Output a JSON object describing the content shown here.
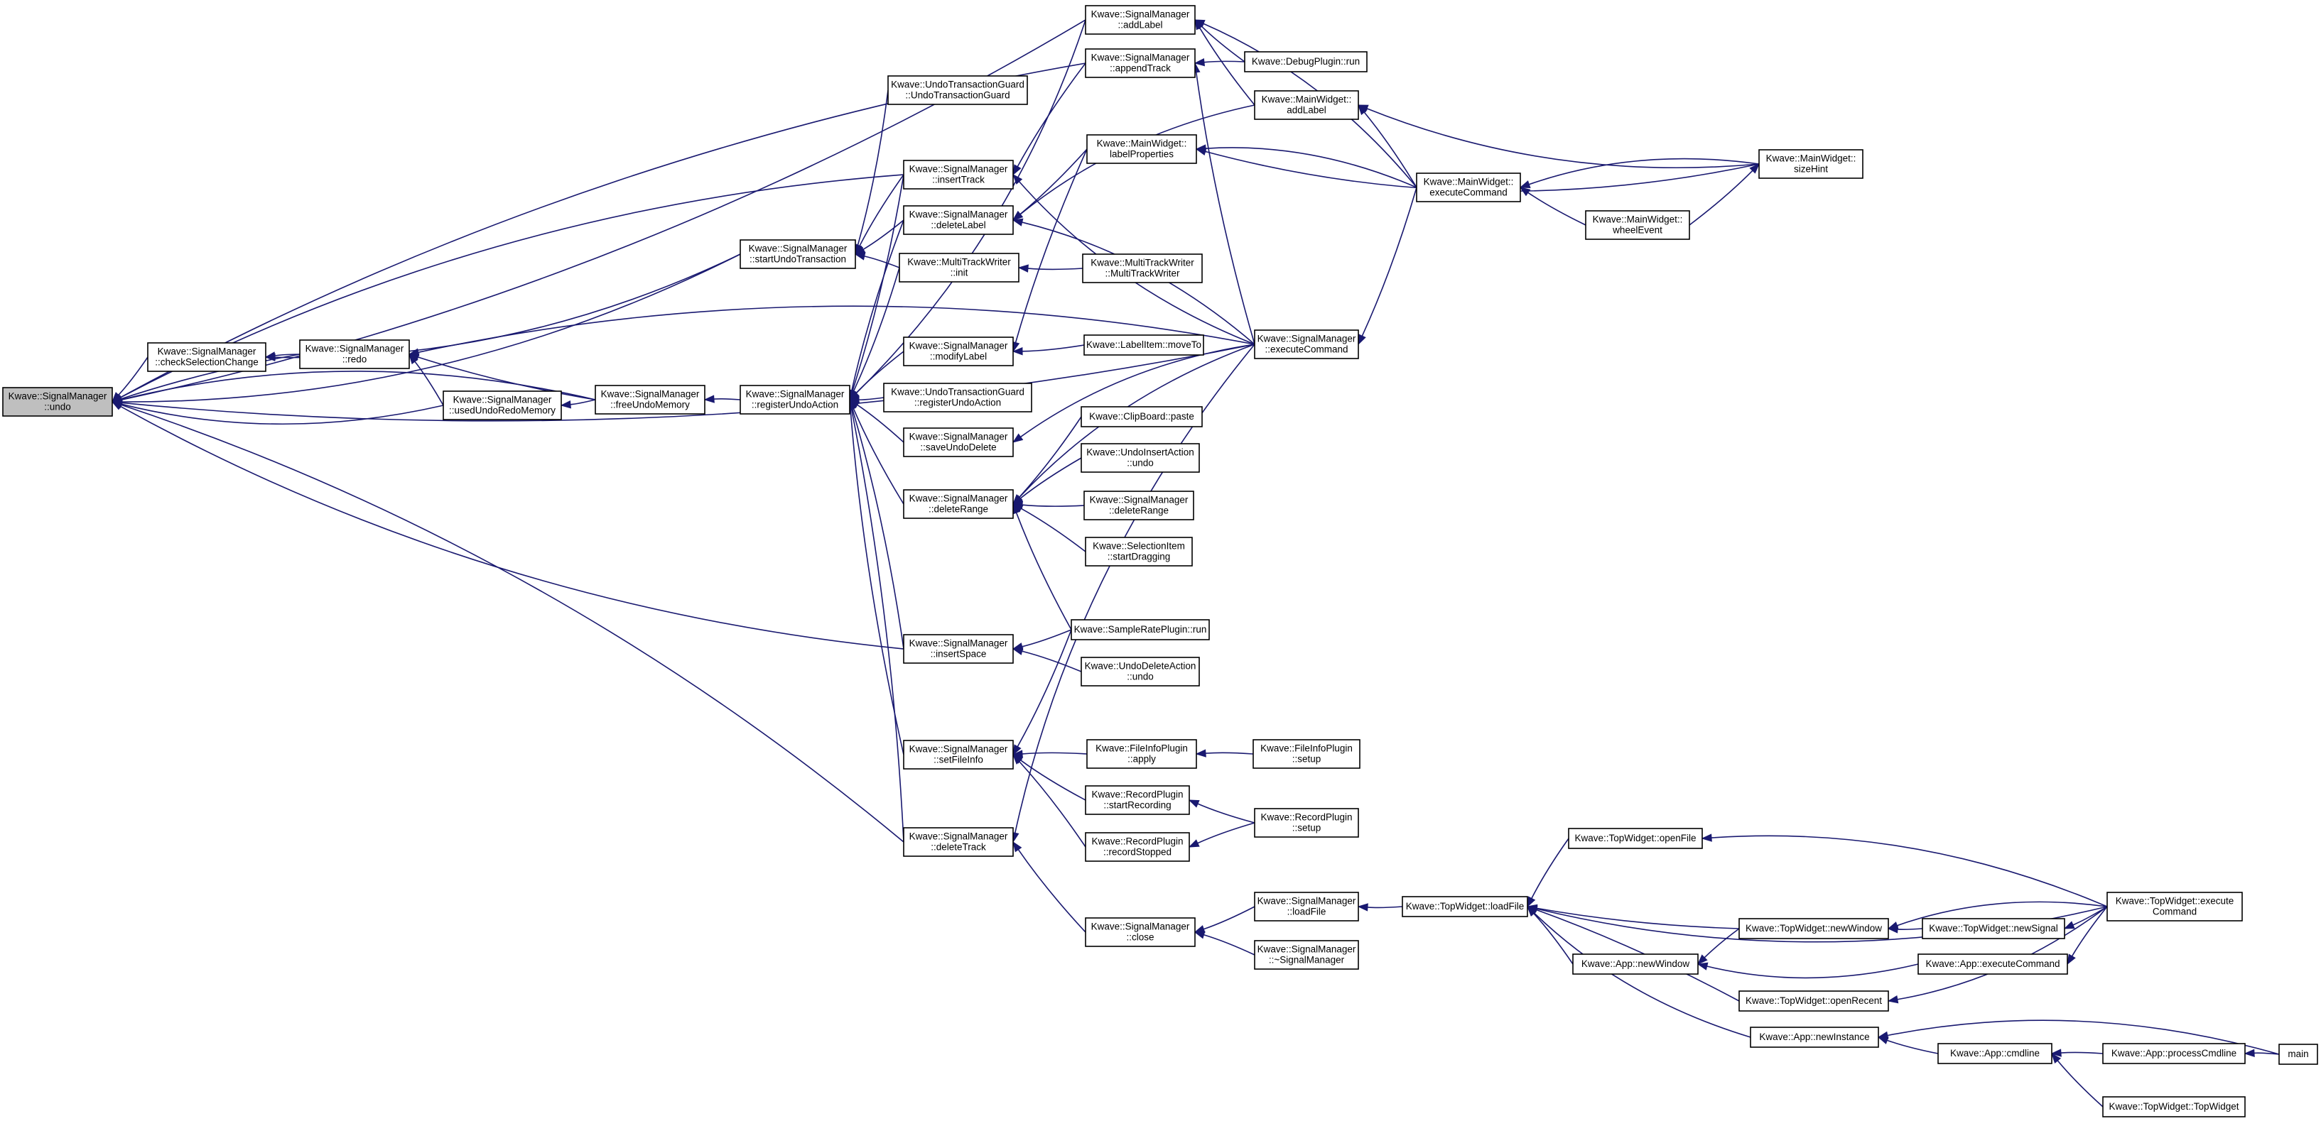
{
  "diagram": {
    "kind": "caller-graph",
    "colors": {
      "edge": "#191970",
      "node_border": "#000000",
      "root_fill": "#bfbfbf",
      "node_fill": "#ffffff"
    },
    "nodes": [
      {
        "id": "undo",
        "lines": [
          "Kwave::SignalManager",
          "::undo"
        ]
      },
      {
        "id": "checkSel",
        "lines": [
          "Kwave::SignalManager",
          "::checkSelectionChange"
        ]
      },
      {
        "id": "redo",
        "lines": [
          "Kwave::SignalManager",
          "::redo"
        ]
      },
      {
        "id": "usedUndoRedo",
        "lines": [
          "Kwave::SignalManager",
          "::usedUndoRedoMemory"
        ]
      },
      {
        "id": "freeUndo",
        "lines": [
          "Kwave::SignalManager",
          "::freeUndoMemory"
        ]
      },
      {
        "id": "registerUndo",
        "lines": [
          "Kwave::SignalManager",
          "::registerUndoAction"
        ]
      },
      {
        "id": "startUndo",
        "lines": [
          "Kwave::SignalManager",
          "::startUndoTransaction"
        ]
      },
      {
        "id": "utgCtor",
        "lines": [
          "Kwave::UndoTransactionGuard",
          "::UndoTransactionGuard"
        ]
      },
      {
        "id": "insertTrack",
        "lines": [
          "Kwave::SignalManager",
          "::insertTrack"
        ]
      },
      {
        "id": "deleteLabel",
        "lines": [
          "Kwave::SignalManager",
          "::deleteLabel"
        ]
      },
      {
        "id": "mtwInit",
        "lines": [
          "Kwave::MultiTrackWriter",
          "::init"
        ]
      },
      {
        "id": "modifyLabel",
        "lines": [
          "Kwave::SignalManager",
          "::modifyLabel"
        ]
      },
      {
        "id": "utgRegister",
        "lines": [
          "Kwave::UndoTransactionGuard",
          "::registerUndoAction"
        ]
      },
      {
        "id": "saveUndoDelete",
        "lines": [
          "Kwave::SignalManager",
          "::saveUndoDelete"
        ]
      },
      {
        "id": "deleteRange",
        "lines": [
          "Kwave::SignalManager",
          "::deleteRange"
        ]
      },
      {
        "id": "insertSpace",
        "lines": [
          "Kwave::SignalManager",
          "::insertSpace"
        ]
      },
      {
        "id": "setFileInfo",
        "lines": [
          "Kwave::SignalManager",
          "::setFileInfo"
        ]
      },
      {
        "id": "deleteTrack",
        "lines": [
          "Kwave::SignalManager",
          "::deleteTrack"
        ]
      },
      {
        "id": "addLabelSM",
        "lines": [
          "Kwave::SignalManager",
          "::addLabel"
        ]
      },
      {
        "id": "appendTrack",
        "lines": [
          "Kwave::SignalManager",
          "::appendTrack"
        ]
      },
      {
        "id": "debugRun",
        "lines": [
          "Kwave::DebugPlugin::run"
        ]
      },
      {
        "id": "mwAddLabel",
        "lines": [
          "Kwave::MainWidget::",
          "addLabel"
        ]
      },
      {
        "id": "mwLabelProps",
        "lines": [
          "Kwave::MainWidget::",
          "labelProperties"
        ]
      },
      {
        "id": "mwExec",
        "lines": [
          "Kwave::MainWidget::",
          "executeCommand"
        ]
      },
      {
        "id": "mwSizeHint",
        "lines": [
          "Kwave::MainWidget::",
          "sizeHint"
        ]
      },
      {
        "id": "mwWheel",
        "lines": [
          "Kwave::MainWidget::",
          "wheelEvent"
        ]
      },
      {
        "id": "mtwCtor",
        "lines": [
          "Kwave::MultiTrackWriter",
          "::MultiTrackWriter"
        ]
      },
      {
        "id": "labelMoveTo",
        "lines": [
          "Kwave::LabelItem::moveTo"
        ]
      },
      {
        "id": "smExec",
        "lines": [
          "Kwave::SignalManager",
          "::executeCommand"
        ]
      },
      {
        "id": "clipPaste",
        "lines": [
          "Kwave::ClipBoard::paste"
        ]
      },
      {
        "id": "uiaUndo",
        "lines": [
          "Kwave::UndoInsertAction",
          "::undo"
        ]
      },
      {
        "id": "smDeleteRange2",
        "lines": [
          "Kwave::SignalManager",
          "::deleteRange"
        ]
      },
      {
        "id": "selStartDrag",
        "lines": [
          "Kwave::SelectionItem",
          "::startDragging"
        ]
      },
      {
        "id": "srRun",
        "lines": [
          "Kwave::SampleRatePlugin::run"
        ]
      },
      {
        "id": "udaUndo",
        "lines": [
          "Kwave::UndoDeleteAction",
          "::undo"
        ]
      },
      {
        "id": "fiApply",
        "lines": [
          "Kwave::FileInfoPlugin",
          "::apply"
        ]
      },
      {
        "id": "fiSetup",
        "lines": [
          "Kwave::FileInfoPlugin",
          "::setup"
        ]
      },
      {
        "id": "recStart",
        "lines": [
          "Kwave::RecordPlugin",
          "::startRecording"
        ]
      },
      {
        "id": "recStopped",
        "lines": [
          "Kwave::RecordPlugin",
          "::recordStopped"
        ]
      },
      {
        "id": "recSetup",
        "lines": [
          "Kwave::RecordPlugin",
          "::setup"
        ]
      },
      {
        "id": "smClose",
        "lines": [
          "Kwave::SignalManager",
          "::close"
        ]
      },
      {
        "id": "smLoadFile",
        "lines": [
          "Kwave::SignalManager",
          "::loadFile"
        ]
      },
      {
        "id": "smDtor",
        "lines": [
          "Kwave::SignalManager",
          "::~SignalManager"
        ]
      },
      {
        "id": "twLoadFile",
        "lines": [
          "Kwave::TopWidget::loadFile"
        ]
      },
      {
        "id": "twOpenFile",
        "lines": [
          "Kwave::TopWidget::openFile"
        ]
      },
      {
        "id": "twNewWindow",
        "lines": [
          "Kwave::TopWidget::newWindow"
        ]
      },
      {
        "id": "twNewSignal",
        "lines": [
          "Kwave::TopWidget::newSignal"
        ]
      },
      {
        "id": "appNewWindow",
        "lines": [
          "Kwave::App::newWindow"
        ]
      },
      {
        "id": "appExec",
        "lines": [
          "Kwave::App::executeCommand"
        ]
      },
      {
        "id": "twOpenRecent",
        "lines": [
          "Kwave::TopWidget::openRecent"
        ]
      },
      {
        "id": "twExec",
        "lines": [
          "Kwave::TopWidget::execute",
          "Command"
        ]
      },
      {
        "id": "appNewInstance",
        "lines": [
          "Kwave::App::newInstance"
        ]
      },
      {
        "id": "appCmdline",
        "lines": [
          "Kwave::App::cmdline"
        ]
      },
      {
        "id": "appProcCmdline",
        "lines": [
          "Kwave::App::processCmdline"
        ]
      },
      {
        "id": "twCtor",
        "lines": [
          "Kwave::TopWidget::TopWidget"
        ]
      },
      {
        "id": "main",
        "lines": [
          "main"
        ]
      }
    ],
    "edges": [
      [
        "checkSel",
        "undo"
      ],
      [
        "redo",
        "undo"
      ],
      [
        "usedUndoRedo",
        "undo"
      ],
      [
        "freeUndo",
        "undo"
      ],
      [
        "startUndo",
        "undo"
      ],
      [
        "insertTrack",
        "undo"
      ],
      [
        "addLabelSM",
        "undo"
      ],
      [
        "appendTrack",
        "undo"
      ],
      [
        "insertSpace",
        "undo"
      ],
      [
        "deleteTrack",
        "undo"
      ],
      [
        "smExec",
        "undo"
      ],
      [
        "redo",
        "checkSel"
      ],
      [
        "startUndo",
        "checkSel"
      ],
      [
        "usedUndoRedo",
        "redo"
      ],
      [
        "freeUndo",
        "redo"
      ],
      [
        "smExec",
        "redo"
      ],
      [
        "freeUndo",
        "usedUndoRedo"
      ],
      [
        "registerUndo",
        "freeUndo"
      ],
      [
        "utgCtor",
        "startUndo"
      ],
      [
        "insertTrack",
        "startUndo"
      ],
      [
        "deleteLabel",
        "startUndo"
      ],
      [
        "mtwInit",
        "startUndo"
      ],
      [
        "insertTrack",
        "registerUndo"
      ],
      [
        "deleteLabel",
        "registerUndo"
      ],
      [
        "mtwInit",
        "registerUndo"
      ],
      [
        "modifyLabel",
        "registerUndo"
      ],
      [
        "utgRegister",
        "registerUndo"
      ],
      [
        "saveUndoDelete",
        "registerUndo"
      ],
      [
        "deleteRange",
        "registerUndo"
      ],
      [
        "insertSpace",
        "registerUndo"
      ],
      [
        "setFileInfo",
        "registerUndo"
      ],
      [
        "deleteTrack",
        "registerUndo"
      ],
      [
        "addLabelSM",
        "registerUndo"
      ],
      [
        "appendTrack",
        "insertTrack"
      ],
      [
        "smExec",
        "insertTrack"
      ],
      [
        "mwAddLabel",
        "deleteLabel"
      ],
      [
        "mwLabelProps",
        "deleteLabel"
      ],
      [
        "smExec",
        "deleteLabel"
      ],
      [
        "mtwCtor",
        "mtwInit"
      ],
      [
        "mwLabelProps",
        "modifyLabel"
      ],
      [
        "labelMoveTo",
        "modifyLabel"
      ],
      [
        "smExec",
        "saveUndoDelete"
      ],
      [
        "clipPaste",
        "deleteRange"
      ],
      [
        "uiaUndo",
        "deleteRange"
      ],
      [
        "smDeleteRange2",
        "deleteRange"
      ],
      [
        "selStartDrag",
        "deleteRange"
      ],
      [
        "srRun",
        "deleteRange"
      ],
      [
        "smExec",
        "deleteRange"
      ],
      [
        "srRun",
        "insertSpace"
      ],
      [
        "udaUndo",
        "insertSpace"
      ],
      [
        "srRun",
        "setFileInfo"
      ],
      [
        "fiApply",
        "setFileInfo"
      ],
      [
        "recStart",
        "setFileInfo"
      ],
      [
        "recStopped",
        "setFileInfo"
      ],
      [
        "smClose",
        "deleteTrack"
      ],
      [
        "smExec",
        "deleteTrack"
      ],
      [
        "mwAddLabel",
        "addLabelSM"
      ],
      [
        "mwExec",
        "addLabelSM"
      ],
      [
        "debugRun",
        "addLabelSM"
      ],
      [
        "debugRun",
        "appendTrack"
      ],
      [
        "smExec",
        "appendTrack"
      ],
      [
        "mwExec",
        "mwAddLabel"
      ],
      [
        "mwSizeHint",
        "mwAddLabel"
      ],
      [
        "mwExec",
        "mwLabelProps"
      ],
      [
        "mwSizeHint",
        "mwLabelProps"
      ],
      [
        "mwSizeHint",
        "mwExec"
      ],
      [
        "mwWheel",
        "mwExec"
      ],
      [
        "mwWheel",
        "mwSizeHint"
      ],
      [
        "mwExec",
        "smExec"
      ],
      [
        "fiSetup",
        "fiApply"
      ],
      [
        "recSetup",
        "recStart"
      ],
      [
        "recSetup",
        "recStopped"
      ],
      [
        "smLoadFile",
        "smClose"
      ],
      [
        "smDtor",
        "smClose"
      ],
      [
        "twLoadFile",
        "smLoadFile"
      ],
      [
        "twOpenFile",
        "twLoadFile"
      ],
      [
        "twNewWindow",
        "twLoadFile"
      ],
      [
        "appNewWindow",
        "twLoadFile"
      ],
      [
        "twExec",
        "twLoadFile"
      ],
      [
        "twOpenRecent",
        "twLoadFile"
      ],
      [
        "appNewInstance",
        "twLoadFile"
      ],
      [
        "twExec",
        "twOpenFile"
      ],
      [
        "twNewSignal",
        "twNewWindow"
      ],
      [
        "twExec",
        "twNewWindow"
      ],
      [
        "twExec",
        "twNewSignal"
      ],
      [
        "twNewWindow",
        "appNewWindow"
      ],
      [
        "appExec",
        "appNewWindow"
      ],
      [
        "twExec",
        "appExec"
      ],
      [
        "twExec",
        "twOpenRecent"
      ],
      [
        "main",
        "appNewInstance"
      ],
      [
        "appCmdline",
        "appNewInstance"
      ],
      [
        "appProcCmdline",
        "appCmdline"
      ],
      [
        "twCtor",
        "appCmdline"
      ],
      [
        "main",
        "appProcCmdline"
      ]
    ]
  }
}
